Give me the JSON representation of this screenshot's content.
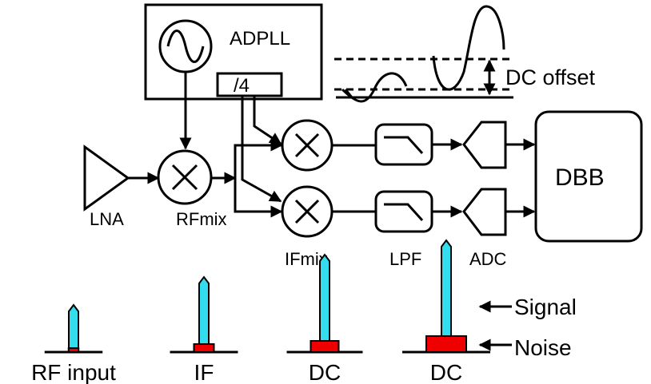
{
  "labels": {
    "adpll": "ADPLL",
    "divider": "/4",
    "dc_offset": "DC offset",
    "dbb": "DBB",
    "lna": "LNA",
    "rfmix": "RFmix",
    "ifmix": "IFmix",
    "lpf": "LPF",
    "adc": "ADC",
    "signal": "Signal",
    "noise": "Noise"
  },
  "spectra": [
    {
      "caption": "RF input",
      "signal_level": 0.45,
      "noise_level": 0.25
    },
    {
      "caption": "IF",
      "signal_level": 0.7,
      "noise_level": 0.5
    },
    {
      "caption": "DC",
      "signal_level": 0.9,
      "noise_level": 0.7
    },
    {
      "caption": "DC",
      "signal_level": 1.0,
      "noise_level": 1.0
    }
  ],
  "colors": {
    "signal": "#33ddee",
    "noise": "#ee0000",
    "line": "#000000"
  }
}
